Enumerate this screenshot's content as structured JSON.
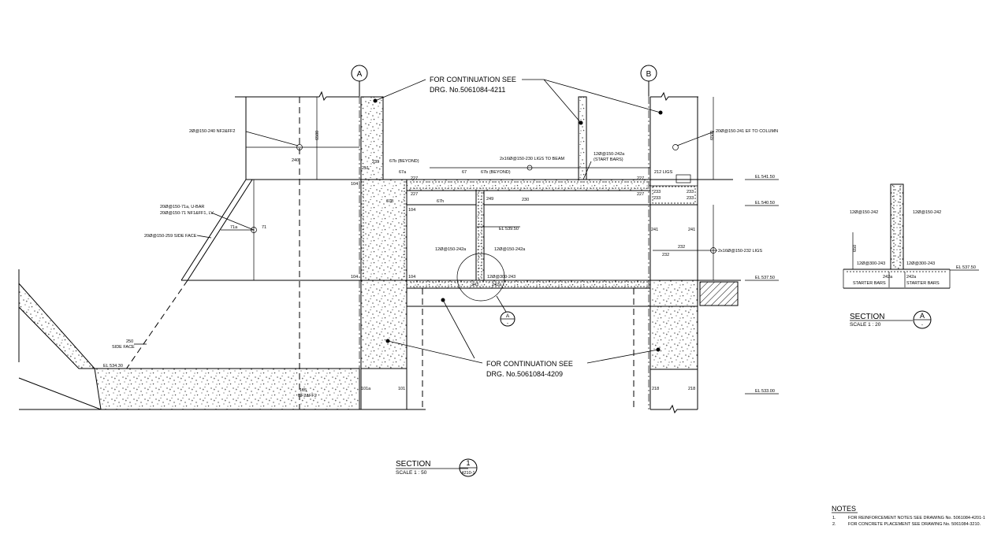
{
  "sheet": {
    "grid_labels": [
      "A",
      "B"
    ],
    "continuation_top": [
      "FOR CONTINUATION SEE",
      "DRG. No.5061084-4211"
    ],
    "continuation_bottom": [
      "FOR CONTINUATION SEE",
      "DRG. No.5061084-4209"
    ]
  },
  "labels": {
    "upbar_left": "2Ø@150-240 NF2&FF2",
    "dim_240": "240",
    "dim_6500_left": "6500",
    "dim_6500_right": "6500",
    "ubar_1": "20Ø@150-71a, U-BAR",
    "ubar_2": "20Ø@150-71 NF1&FF1, LV",
    "side_face_upper": "20Ø@150-259 SIDE FACE",
    "r71a": "71a",
    "r71": "71",
    "r239": "239",
    "r251": "251",
    "r104_top": "104",
    "r104_mid": "104",
    "r104_bot": "104",
    "r104_bot2": "104",
    "r67a": "67a",
    "r67b_beyond": "67b (BEYOND)",
    "r67": "67",
    "r67b_beyond2": "67b (BEYOND)",
    "r67b": "67b",
    "r67h": "67h",
    "r227_a": "227",
    "r227_b": "227",
    "r227_c": "227",
    "r227_d": "227",
    "ligs_to_beam": "2x16Ø@150-230 LIGS TO BEAM",
    "start_bars_1": "12Ø@150-242a",
    "start_bars_2": "(START BARS)",
    "r230": "230",
    "r249": "249",
    "ligs_212": "212 LIGS",
    "r233_a": "233",
    "r233_b": "233",
    "r233_c": "233",
    "r233_d": "233",
    "col_bars": "20Ø@150-241 EF TO COLUMN",
    "el_541": "EL 541.50",
    "el_540": "EL 540.50",
    "el_539": "EL 539.50",
    "el_537": "EL 537.50",
    "el_534": "EL 534.30",
    "el_533": "EL 533.00",
    "wall_left_bars": "12Ø@150-242a",
    "wall_right_bars": "12Ø@150-242a",
    "r243": "12Ø@300-243",
    "r243_hatch": "243",
    "r243a": "242a",
    "r241_a": "241",
    "r241_b": "241",
    "r232_a": "232",
    "r232_b": "232",
    "ligs_232": "2x16Ø@150-232 LIGS",
    "r250": "250",
    "side_face": "SIDE FACE",
    "r105": "105",
    "r105_sub": "NF2&FF2",
    "r101a": "101a",
    "r101": "101",
    "r218_a": "218",
    "r218_b": "218",
    "sectionA_label": "A",
    "sec_a_left": "12Ø@150-242",
    "sec_a_right": "12Ø@150-242",
    "sec_a_dim": "650",
    "sec_a_243_l": "12Ø@300-243",
    "sec_a_243_r": "12Ø@300-243",
    "sec_a_242a_l": "242a",
    "sec_a_242a_r": "242a",
    "starter_l": "STARTER BARS",
    "starter_r": "STARTER BARS",
    "sec_a_el": "EL 537.50"
  },
  "title_main": {
    "title": "SECTION",
    "scale": "SCALE 1 : 50",
    "number": "1",
    "ref": "4210-1"
  },
  "title_a": {
    "title": "SECTION",
    "scale": "SCALE 1 : 20",
    "letter": "A",
    "ref": "-"
  },
  "notes": {
    "heading": "NOTES",
    "items": [
      {
        "num": "1.",
        "text": "FOR REINFORCEMENT NOTES  SEE DRAWING No. 5061084-4201-1"
      },
      {
        "num": "2.",
        "text": "FOR CONCRETE PLACEMENT SEE DRAWING No. 5061084-3210."
      }
    ]
  }
}
